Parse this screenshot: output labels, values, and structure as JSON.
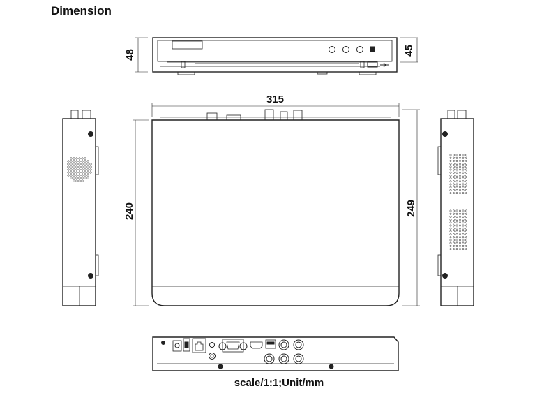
{
  "page": {
    "title": "Dimension",
    "footer": "scale/1:1;Unit/mm"
  },
  "dimensions": {
    "front_height_left": "48",
    "front_height_right": "45",
    "top_width": "315",
    "top_depth_left": "240",
    "top_depth_right": "249"
  },
  "icons": {
    "usb": "usb-icon",
    "power": "power-switch-icon",
    "lan": "ethernet-port-icon"
  }
}
